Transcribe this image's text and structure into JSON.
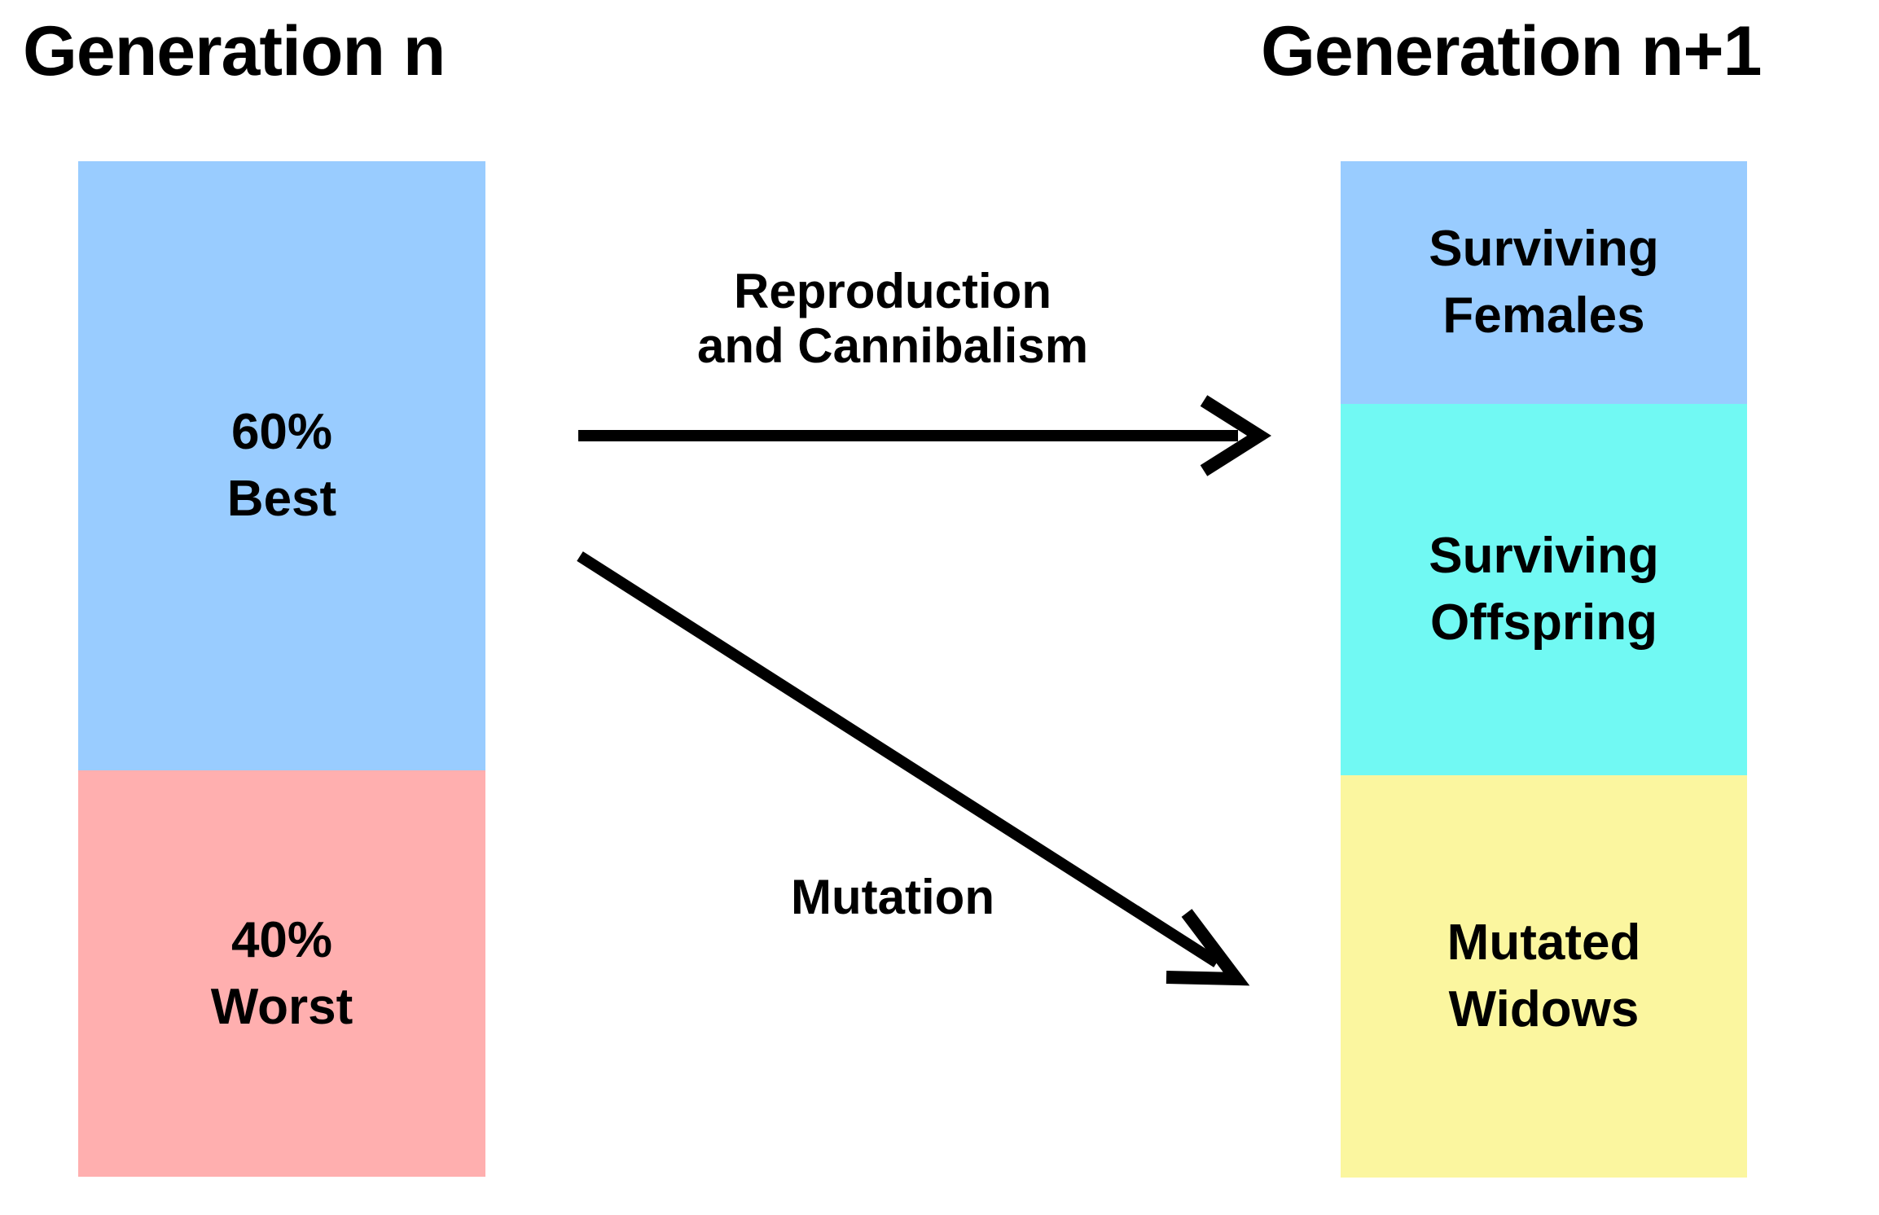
{
  "diagram": {
    "title_left": "Generation n",
    "title_right": "Generation n+1",
    "background_color": "#ffffff",
    "text_color": "#000000"
  },
  "generation_n": {
    "heading": "Generation n",
    "segments": [
      {
        "id": "best",
        "label": "60%\nBest",
        "percent": "60%",
        "name": "Best",
        "color": "#99CCFF",
        "share": 0.6
      },
      {
        "id": "worst",
        "label": "40%\nWorst",
        "percent": "40%",
        "name": "Worst",
        "color": "#FFAFAF",
        "share": 0.4
      }
    ]
  },
  "generation_n_plus_1": {
    "heading": "Generation n+1",
    "segments": [
      {
        "id": "surviving-females",
        "label": "Surviving\nFemales",
        "color": "#99CCFF",
        "share": 0.239
      },
      {
        "id": "surviving-offspring",
        "label": "Surviving\nOffspring",
        "color": "#71F9F3",
        "share": 0.365
      },
      {
        "id": "mutated-widows",
        "label": "Mutated\nWidows",
        "color": "#FBF69F",
        "share": 0.396
      }
    ]
  },
  "arrows": [
    {
      "id": "reproduction",
      "label": "Reproduction\nand Cannibalism",
      "from": "Generation n (60% Best)",
      "to": "Generation n+1",
      "style": "straight-horizontal",
      "color": "#000000"
    },
    {
      "id": "mutation",
      "label": "Mutation",
      "from": "Generation n (60% Best)",
      "to": "Generation n+1 (Mutated Widows)",
      "style": "diagonal-down-right",
      "color": "#000000"
    }
  ],
  "chart_data": {
    "type": "bar",
    "title": "",
    "orientation": "vertical-stacked",
    "categories": [
      "Generation n",
      "Generation n+1"
    ],
    "series": [
      {
        "name": "Generation n",
        "segments": [
          "60% Best",
          "40% Worst"
        ],
        "values": [
          60,
          40
        ],
        "colors": [
          "#99CCFF",
          "#FFAFAF"
        ]
      },
      {
        "name": "Generation n+1",
        "segments": [
          "Surviving Females",
          "Surviving Offspring",
          "Mutated Widows"
        ],
        "values": [
          23.9,
          36.5,
          39.6
        ],
        "colors": [
          "#99CCFF",
          "#71F9F3",
          "#FBF69F"
        ]
      }
    ],
    "xlabel": "",
    "ylabel": "",
    "grid": false,
    "legend": "none"
  }
}
